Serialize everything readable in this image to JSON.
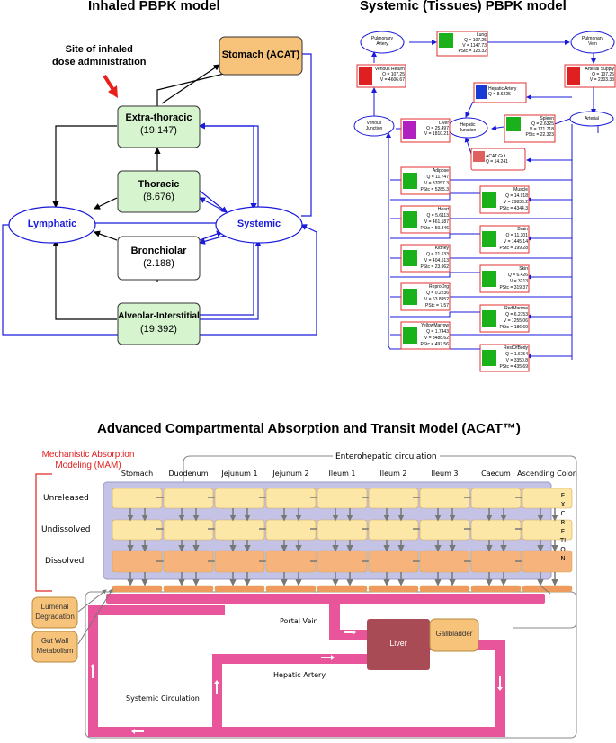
{
  "inhaled": {
    "title": "Inhaled PBPK model",
    "site_label_1": "Site of inhaled",
    "site_label_2": "dose administration",
    "stomach": "Stomach (ACAT)",
    "extra_thoracic": {
      "name": "Extra-thoracic",
      "value": "(19.147)"
    },
    "thoracic": {
      "name": "Thoracic",
      "value": "(8.676)"
    },
    "bronchiolar": {
      "name": "Bronchiolar",
      "value": "(2.188)"
    },
    "alveolar": {
      "name": "Alveolar-Interstitial",
      "value": "(19.392)"
    },
    "lymphatic": "Lymphatic",
    "systemic": "Systemic"
  },
  "systemic_model": {
    "title": "Systemic (Tissues) PBPK model",
    "pulmonary_artery": [
      "Pulmonary",
      "Artery"
    ],
    "pulmonary_vein": [
      "Pulmonary",
      "Vein"
    ],
    "venous_junction": [
      "Venous",
      "Junction"
    ],
    "hepatic_junction": [
      "Hepatic",
      "Junction"
    ],
    "arterial": "Arterial",
    "lung": {
      "name": "Lung",
      "l1": "Q = 107.25",
      "l2": "V = 1147.73",
      "l3": "PStc = 123.32"
    },
    "venous_return": {
      "name": "Venous Return",
      "l1": "Q = 107.25",
      "l2": "V = 4606.67"
    },
    "arterial_supply": {
      "name": "Arterial Supply",
      "l1": "Q = 107.25",
      "l2": "V = 2303.33"
    },
    "hepatic_artery": {
      "name": "Hepatic Artery",
      "l1": "Q = 8.6225"
    },
    "liver": {
      "name": "Liver",
      "l1": "Q = 25.497",
      "l2": "V = 1810.21"
    },
    "spleen": {
      "name": "Spleen",
      "l1": "Q = 2.6325",
      "l2": "V = 171.718",
      "l3": "PStc = 22.323"
    },
    "acat_gut": {
      "name": "ACAT Gut",
      "l1": "Q = 14.241"
    },
    "tissues_left": [
      {
        "name": "Adipose",
        "l1": "Q = 11.747",
        "l2": "V = 37057.3",
        "l3": "PStc = 5285.3"
      },
      {
        "name": "Heart",
        "l1": "Q = 5.6113",
        "l2": "V = 461.187",
        "l3": "PStc = 50.846"
      },
      {
        "name": "Kidney",
        "l1": "Q = 21.633",
        "l2": "V = 404.513",
        "l3": "PStc = 23.962"
      },
      {
        "name": "ReproOrg",
        "l1": "Q = 0.2236",
        "l2": "V = 63.8952",
        "l3": "PStc = 7.57"
      },
      {
        "name": "YellowMarrow",
        "l1": "Q = 1.7443",
        "l2": "V = 3488.62",
        "l3": "PStc = 497.56"
      }
    ],
    "tissues_right": [
      {
        "name": "Muscle",
        "l1": "Q = 14.918",
        "l2": "V = 29836.2",
        "l3": "PStc = 4344.3"
      },
      {
        "name": "Brain",
        "l1": "Q = 11.301",
        "l2": "V = 1445.14",
        "l3": "PStc = 199.28"
      },
      {
        "name": "Skin",
        "l1": "Q = 6.426",
        "l2": "V = 3213",
        "l3": "PStc = 319.37"
      },
      {
        "name": "RedMarrow",
        "l1": "Q = 6.2753",
        "l2": "V = 1255.06",
        "l3": "PStc = 186.69"
      },
      {
        "name": "RestOfBody",
        "l1": "Q = 1.6754",
        "l2": "V = 3350.8",
        "l3": "PStc = 435.69"
      }
    ]
  },
  "acat": {
    "title": "Advanced Compartmental Absorption and Transit Model (ACAT™)",
    "mam_1": "Mechanistic Absorption",
    "mam_2": "Modeling (MAM)",
    "enterohepatic": "Enterohepatic circulation",
    "compartments": [
      "Stomach",
      "Duodenum",
      "Jejunum 1",
      "Jejunum 2",
      "Ileum 1",
      "Ileum 2",
      "Ileum 3",
      "Caecum",
      "Ascending Colon"
    ],
    "rows": [
      "Unreleased",
      "Undissolved",
      "Dissolved"
    ],
    "excretion": "EXCRETION",
    "lumenal": [
      "Lumenal",
      "Degradation"
    ],
    "gutwall": [
      "Gut Wall",
      "Metabolism"
    ],
    "portal_vein": "Portal Vein",
    "liver": "Liver",
    "gallbladder": "Gallbladder",
    "hepatic_artery": "Hepatic Artery",
    "systemic_circulation": "Systemic Circulation"
  },
  "colors": {
    "blue": "#1a1adc",
    "green_fill": "#d6f5cf",
    "orange": "#f7c37a",
    "red_arrow": "#e8201c",
    "pink": "#e8559b",
    "liver": "#a84b55",
    "lavender": "#c4c3e6",
    "unreleased": "#fde7a7",
    "dissolved": "#f6b37c"
  }
}
